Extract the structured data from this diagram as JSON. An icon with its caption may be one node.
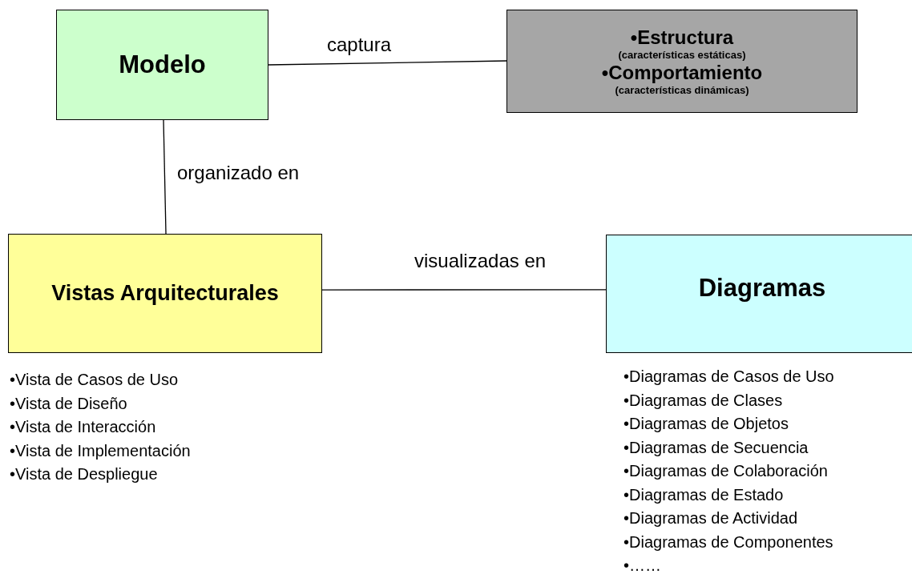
{
  "diagram": {
    "nodes": [
      {
        "text": [
          "Modelo"
        ]
      },
      {
        "text": [
          "•Estructura",
          "(características estáticas)",
          "•Comportamiento",
          "(características dinámicas)"
        ]
      },
      {
        "text": [
          "Vistas Arquitecturales"
        ],
        "beside": [
          "•Vista de Casos de Uso",
          "•Vista de Diseño",
          "•Vista de Interacción",
          "•Vista de Implementación",
          "•Vista de Despliegue"
        ]
      },
      {
        "text": [
          "Diagramas"
        ],
        "beside": [
          "•Diagramas de Casos de Uso",
          "•Diagramas de Clases",
          "•Diagramas de Objetos",
          "•Diagramas de Secuencia",
          "•Diagramas de Colaboración",
          "•Diagramas de Estado",
          "•Diagramas de Actividad",
          "•Diagramas de Componentes",
          "•……"
        ]
      }
    ],
    "edges": [
      {
        "from": 0,
        "to": 1,
        "arrow": "none",
        "label": "captura"
      },
      {
        "from": 0,
        "to": 2,
        "arrow": "none",
        "label": "organizado en"
      },
      {
        "from": 2,
        "to": 3,
        "arrow": "none",
        "label": "visualizadas en"
      }
    ]
  }
}
